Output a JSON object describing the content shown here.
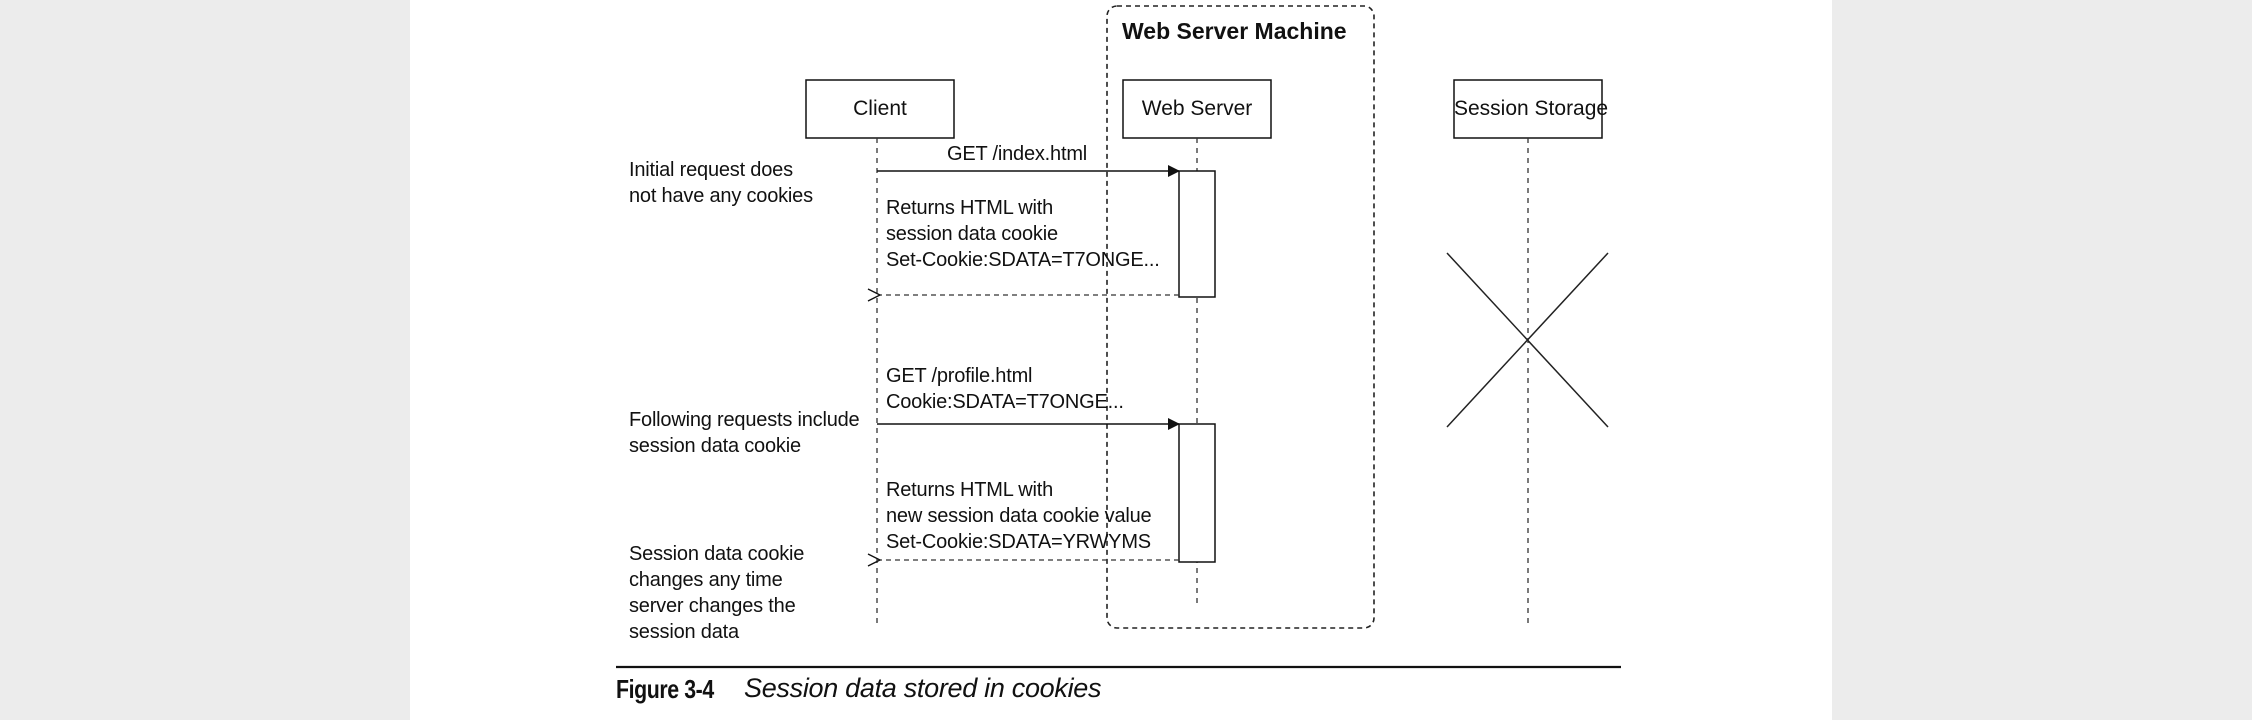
{
  "diagram": {
    "group_title": "Web Server Machine",
    "participants": {
      "client": "Client",
      "web_server": "Web Server",
      "session_storage": "Session Storage"
    },
    "notes": {
      "initial_request": [
        "Initial request does",
        "not have any cookies"
      ],
      "following_requests": [
        "Following requests include",
        "session data cookie"
      ],
      "cookie_changes": [
        "Session data cookie",
        "changes any time",
        "server changes the",
        "session data"
      ]
    },
    "messages": {
      "get_index": [
        "GET /index.html"
      ],
      "return_first": [
        "Returns HTML with",
        "session data cookie",
        "Set-Cookie:SDATA=T7ONGE..."
      ],
      "get_profile": [
        "GET /profile.html",
        "Cookie:SDATA=T7ONGE..."
      ],
      "return_second": [
        "Returns HTML with",
        "new session data cookie value",
        "Set-Cookie:SDATA=YRWYMS"
      ]
    }
  },
  "caption": {
    "number": "Figure 3-4",
    "text": "Session data stored in cookies"
  }
}
